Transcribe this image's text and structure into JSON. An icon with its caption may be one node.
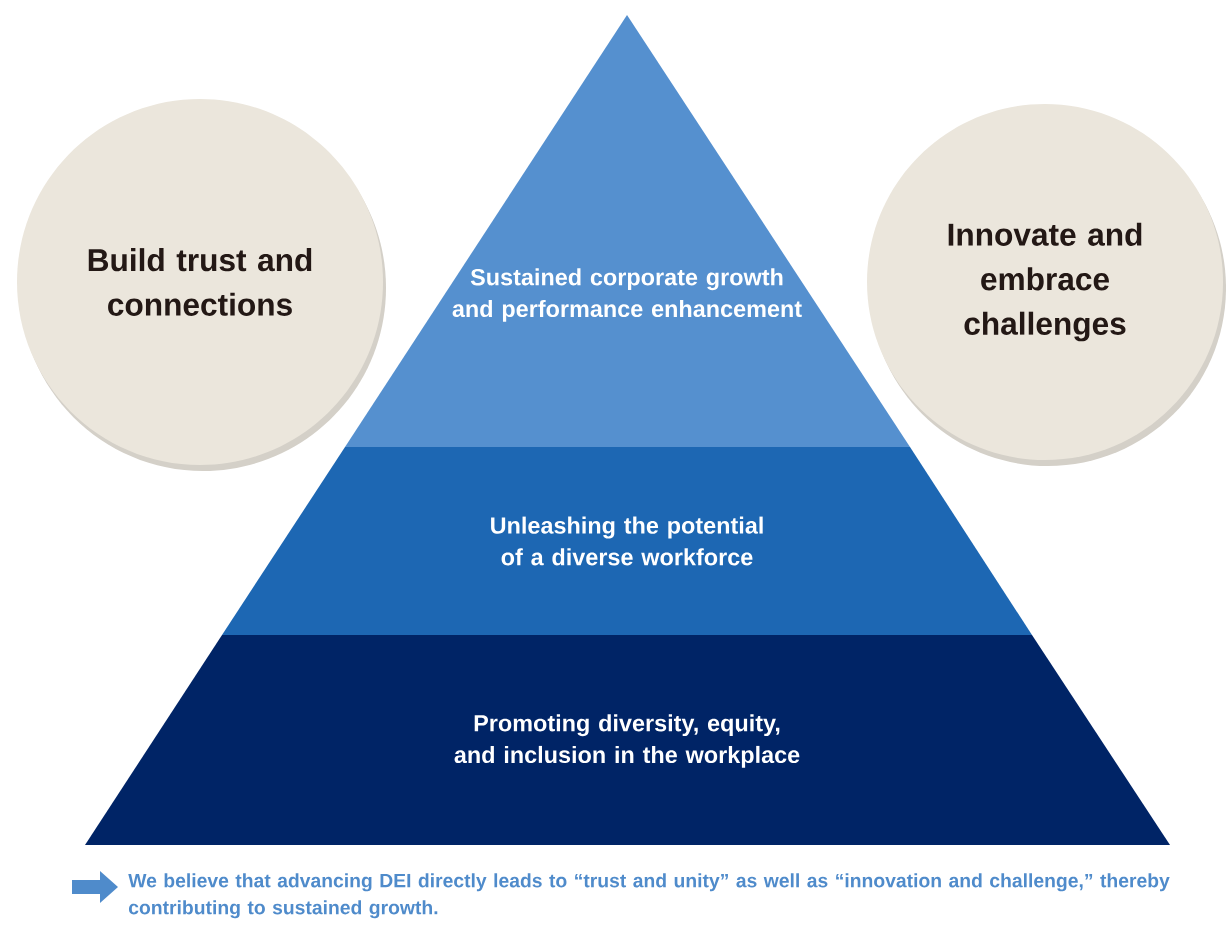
{
  "diagram": {
    "nodes": [
      {
        "text": [
          "Sustained corporate growth and performance enhancement"
        ]
      },
      {
        "text": [
          "Build trust and connections"
        ]
      },
      {
        "text": [
          "Innovate and embrace challenges"
        ]
      },
      {
        "text": [
          "Unleashing the potential of a diverse workforce"
        ]
      },
      {
        "text": [
          "Promoting diversity, equity, and inclusion in the workplace"
        ]
      }
    ],
    "labels": [
      "We believe that advancing DEI directly leads to “trust and unity” as well as “innovation and challenge,” thereby contributing to sustained growth."
    ]
  }
}
